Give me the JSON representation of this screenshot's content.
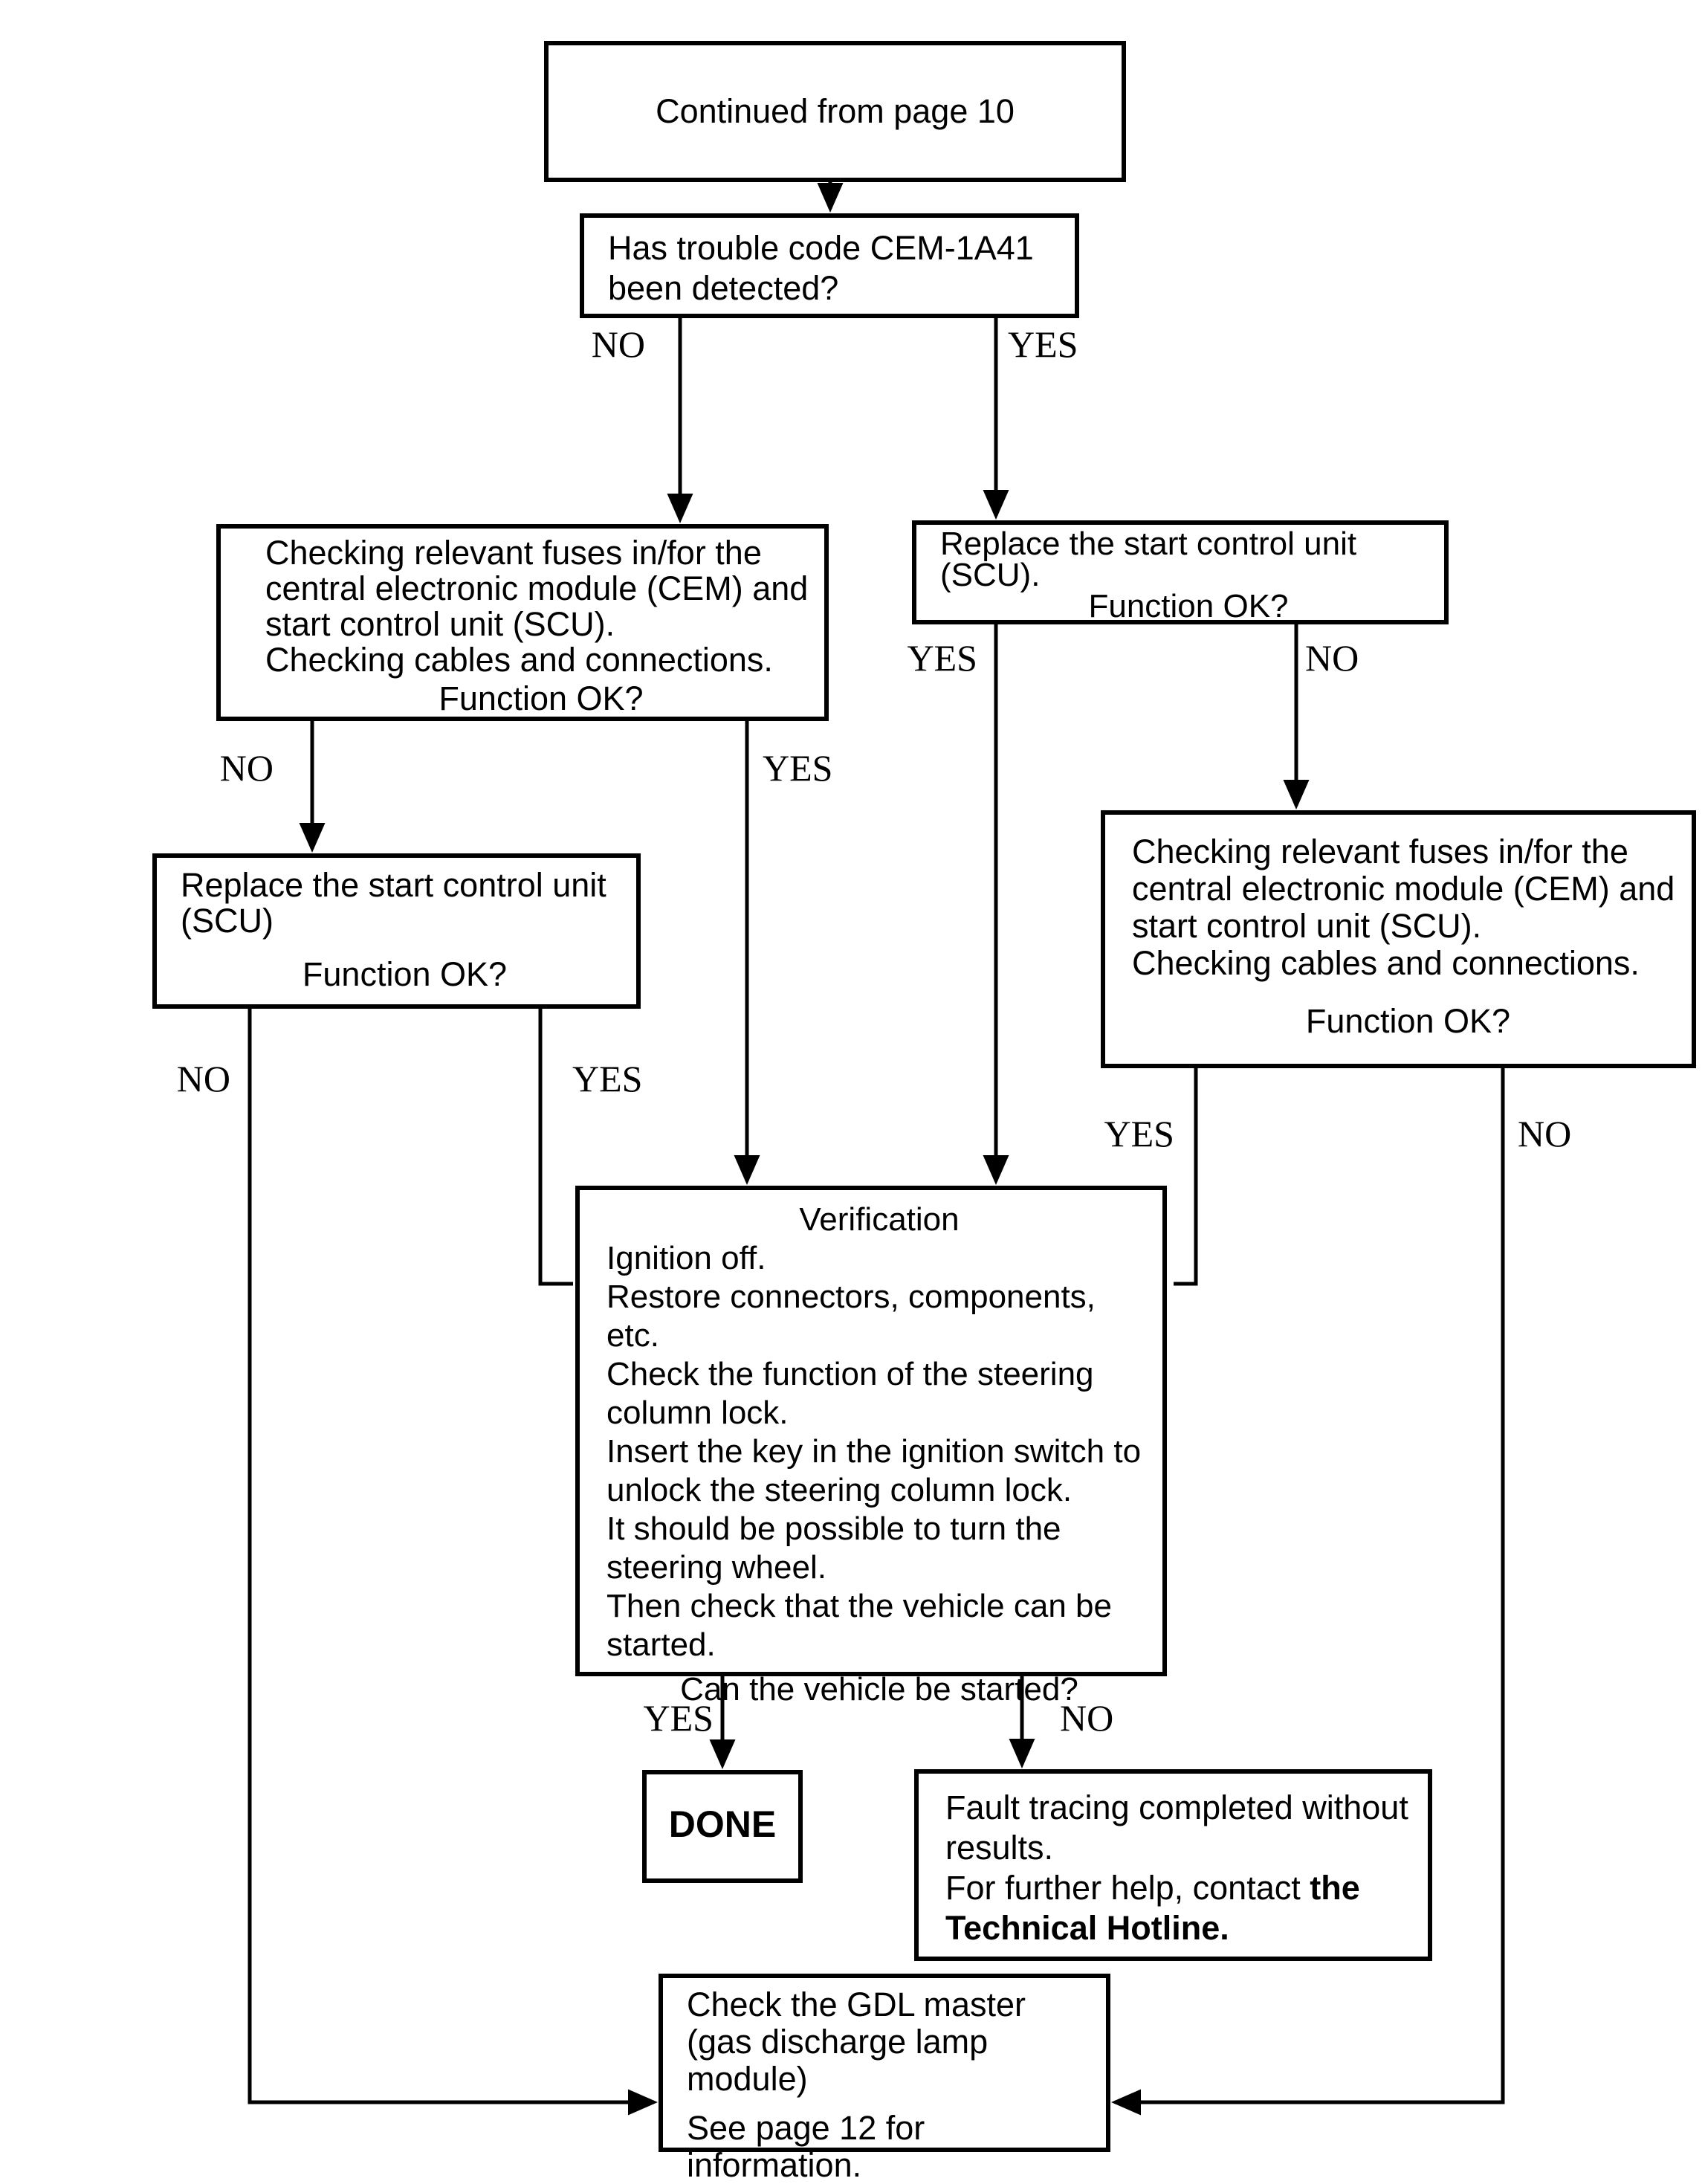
{
  "nodes": {
    "continued": {
      "text": "Continued from page 10"
    },
    "trouble": {
      "lines": [
        "Has trouble code CEM-1A41",
        "been detected?"
      ]
    },
    "check_left": {
      "lines": [
        "Checking relevant fuses in/for the",
        "central electronic module (CEM) and",
        "start control unit (SCU).",
        "Checking cables and connections."
      ],
      "question": "Function OK?"
    },
    "replace_right": {
      "lines": [
        "Replace the start control unit",
        "(SCU)."
      ],
      "question": "Function OK?"
    },
    "replace_left": {
      "lines": [
        "Replace the start control unit",
        "(SCU)"
      ],
      "question": "Function OK?"
    },
    "check_right": {
      "lines": [
        "Checking relevant fuses in/for the",
        "central electronic module (CEM) and",
        "start control unit (SCU).",
        "Checking cables and connections."
      ],
      "question": "Function OK?"
    },
    "verification": {
      "heading": "Verification",
      "lines": [
        "Ignition off.",
        "Restore connectors, components, etc.",
        "Check the function of the steering",
        "column lock.",
        "Insert the key in the ignition switch to",
        "unlock the steering column lock.",
        "It should be possible to turn the",
        "steering wheel.",
        "Then check that the vehicle can be",
        "started."
      ],
      "question": "Can the vehicle be started?"
    },
    "done": {
      "text": "DONE"
    },
    "fault": {
      "line1": "Fault tracing completed without",
      "line2": "results.",
      "line3_normal": "For further help, contact ",
      "line3_bold": "the",
      "line4_bold": "Technical Hotline."
    },
    "gdl": {
      "lines": [
        "Check the GDL master",
        "(gas discharge lamp",
        "module)"
      ],
      "footer": "See page 12 for information."
    }
  },
  "labels": {
    "no1": "NO",
    "yes1": "YES",
    "no2": "NO",
    "yes2": "YES",
    "yes3": "YES",
    "no3": "NO",
    "no4": "NO",
    "yes4": "YES",
    "yes5": "YES",
    "no5": "NO",
    "yes6": "YES",
    "no6": "NO"
  },
  "colors": {
    "ink": "#000000",
    "background": "#ffffff"
  }
}
